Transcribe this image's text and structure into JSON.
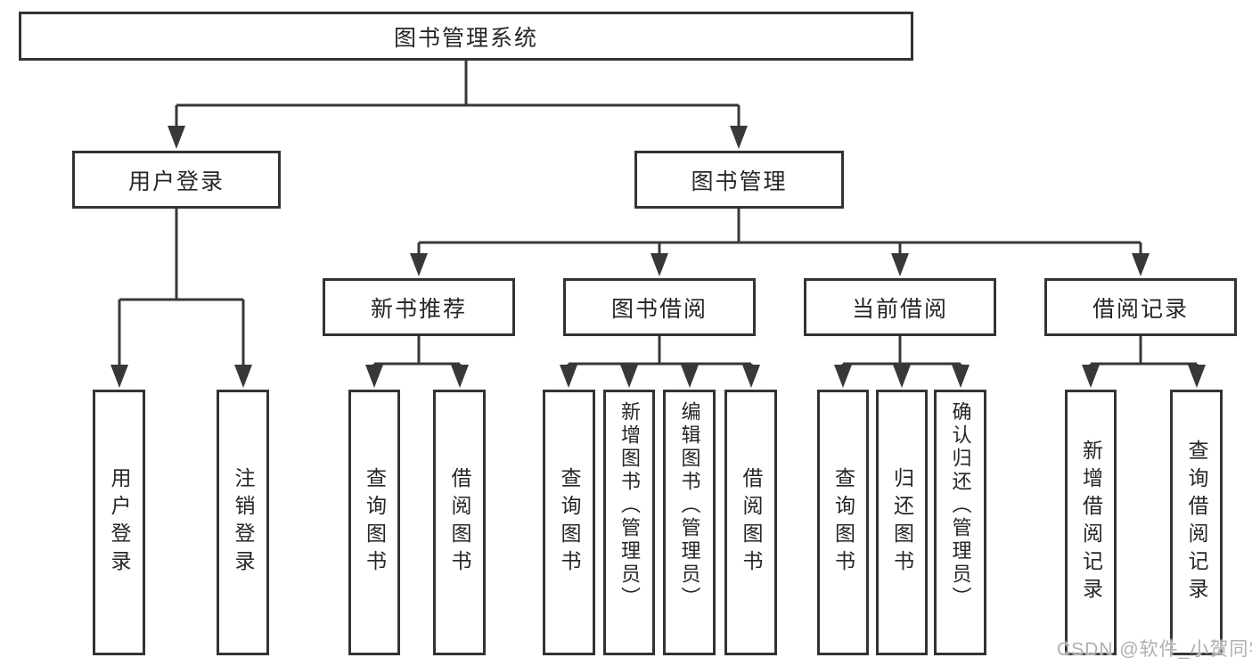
{
  "nodes": {
    "root": {
      "label": "图书管理系统"
    },
    "user_login": {
      "label": "用户登录"
    },
    "book_mgmt": {
      "label": "图书管理"
    },
    "new_books": {
      "label": "新书推荐"
    },
    "book_borrow": {
      "label": "图书借阅"
    },
    "current_borrow": {
      "label": "当前借阅"
    },
    "borrow_records": {
      "label": "借阅记录"
    }
  },
  "leaves": {
    "user_login": [
      "用户登录",
      "注销登录"
    ],
    "new_books": [
      "查询图书",
      "借阅图书"
    ],
    "book_borrow": [
      "查询图书",
      "新增图书（管理员）",
      "编辑图书（管理员）",
      "借阅图书"
    ],
    "current_borrow": [
      "查询图书",
      "归还图书",
      "确认归还（管理员）"
    ],
    "borrow_records": [
      "新增借阅记录",
      "查询借阅记录"
    ]
  },
  "watermark": "CSDN @软件_小贺同学",
  "colors": {
    "line": "#383838",
    "border": "#333333",
    "text": "#262626",
    "watermark": "#b0b0b0",
    "background": "#ffffff"
  }
}
